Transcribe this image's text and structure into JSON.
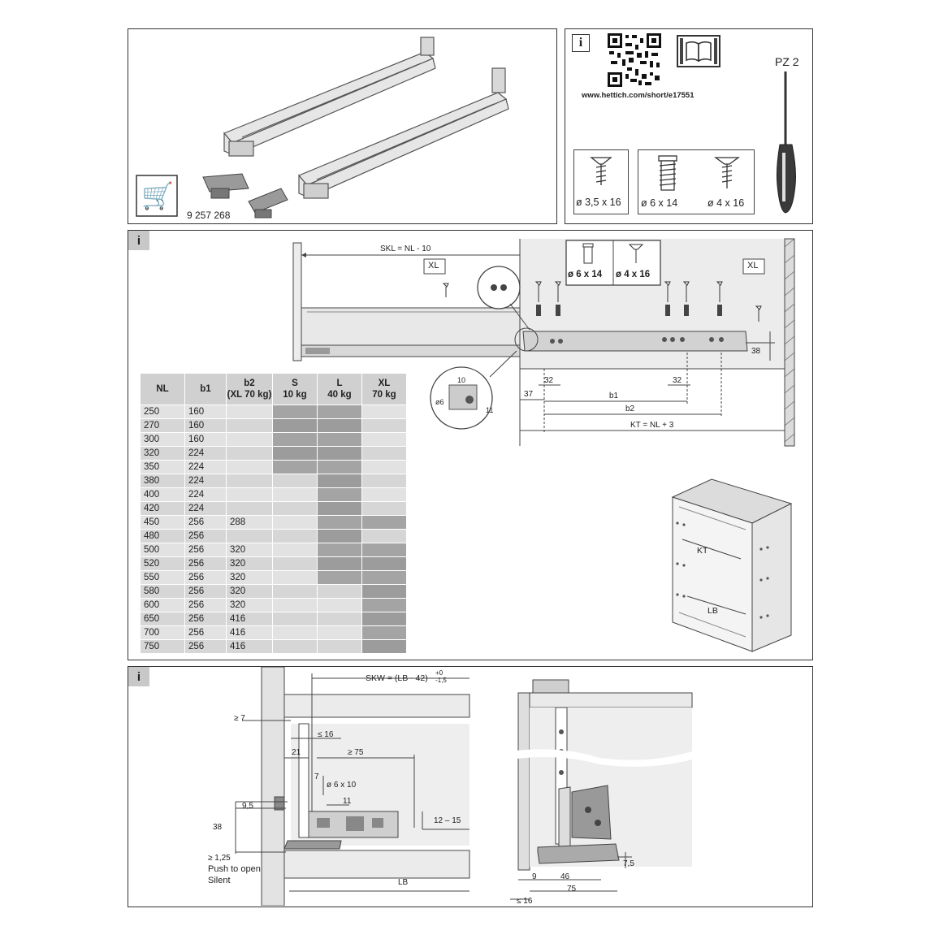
{
  "panel1": {
    "article_number": "9 257 268",
    "cart_icon": "shopping-cart-icon"
  },
  "panel2": {
    "info_badge": "i",
    "url": "www.hettich.com/short/e17551",
    "screwdriver_label": "PZ 2",
    "screw_a": "ø 3,5 x 16",
    "screw_b": "ø 6 x 14",
    "screw_c": "ø 4 x 16"
  },
  "panel3": {
    "info_badge": "i",
    "skl_label": "SKL = NL - 10",
    "xl_left": "XL",
    "xl_right": "XL",
    "screw_b": "ø 6 x 14",
    "screw_c": "ø 4 x 16",
    "dim_38": "38",
    "dim_32a": "32",
    "dim_32b": "32",
    "dim_37": "37",
    "dim_b1": "b1",
    "dim_b2": "b2",
    "dim_kt": "KT = NL + 3",
    "detail_10": "10",
    "detail_6": "ø6",
    "detail_11": "11",
    "cab_kt": "KT",
    "cab_lb": "LB",
    "table": {
      "headers": [
        {
          "l1": "NL",
          "l2": ""
        },
        {
          "l1": "b1",
          "l2": ""
        },
        {
          "l1": "b2",
          "l2": "(XL 70 kg)"
        },
        {
          "l1": "S",
          "l2": "10 kg"
        },
        {
          "l1": "L",
          "l2": "40 kg"
        },
        {
          "l1": "XL",
          "l2": "70 kg"
        }
      ],
      "rows": [
        {
          "nl": "250",
          "b1": "160",
          "b2": "",
          "s": true,
          "l": true,
          "xl": false
        },
        {
          "nl": "270",
          "b1": "160",
          "b2": "",
          "s": true,
          "l": true,
          "xl": false
        },
        {
          "nl": "300",
          "b1": "160",
          "b2": "",
          "s": true,
          "l": true,
          "xl": false
        },
        {
          "nl": "320",
          "b1": "224",
          "b2": "",
          "s": true,
          "l": true,
          "xl": false
        },
        {
          "nl": "350",
          "b1": "224",
          "b2": "",
          "s": true,
          "l": true,
          "xl": false
        },
        {
          "nl": "380",
          "b1": "224",
          "b2": "",
          "s": false,
          "l": true,
          "xl": false
        },
        {
          "nl": "400",
          "b1": "224",
          "b2": "",
          "s": false,
          "l": true,
          "xl": false
        },
        {
          "nl": "420",
          "b1": "224",
          "b2": "",
          "s": false,
          "l": true,
          "xl": false
        },
        {
          "nl": "450",
          "b1": "256",
          "b2": "288",
          "s": false,
          "l": true,
          "xl": true
        },
        {
          "nl": "480",
          "b1": "256",
          "b2": "",
          "s": false,
          "l": true,
          "xl": false
        },
        {
          "nl": "500",
          "b1": "256",
          "b2": "320",
          "s": false,
          "l": true,
          "xl": true
        },
        {
          "nl": "520",
          "b1": "256",
          "b2": "320",
          "s": false,
          "l": true,
          "xl": true
        },
        {
          "nl": "550",
          "b1": "256",
          "b2": "320",
          "s": false,
          "l": true,
          "xl": true
        },
        {
          "nl": "580",
          "b1": "256",
          "b2": "320",
          "s": false,
          "l": false,
          "xl": true
        },
        {
          "nl": "600",
          "b1": "256",
          "b2": "320",
          "s": false,
          "l": false,
          "xl": true
        },
        {
          "nl": "650",
          "b1": "256",
          "b2": "416",
          "s": false,
          "l": false,
          "xl": true
        },
        {
          "nl": "700",
          "b1": "256",
          "b2": "416",
          "s": false,
          "l": false,
          "xl": true
        },
        {
          "nl": "750",
          "b1": "256",
          "b2": "416",
          "s": false,
          "l": false,
          "xl": true
        }
      ]
    }
  },
  "panel4": {
    "info_badge": "i",
    "skw_label": "SKW = (LB - 42)",
    "skw_tol_top": "+0",
    "skw_tol_bottom": "-1,5",
    "dim_ge7": "≥ 7",
    "dim_le16": "≤ 16",
    "dim_21": "21",
    "dim_ge75": "≥ 75",
    "dim_7": "7",
    "dim_hole": "ø 6 x 10",
    "dim_11": "11",
    "dim_95": "9,5",
    "dim_38": "38",
    "dim_1215": "12 – 15",
    "dim_ge125": "≥ 1,25",
    "push_to_open": "Push to open",
    "silent": "Silent",
    "dim_lb": "LB",
    "dim_9": "9",
    "dim_46": "46",
    "dim_75": "75",
    "dim_75b": "7,5",
    "dim_le16b": "≤ 16"
  }
}
